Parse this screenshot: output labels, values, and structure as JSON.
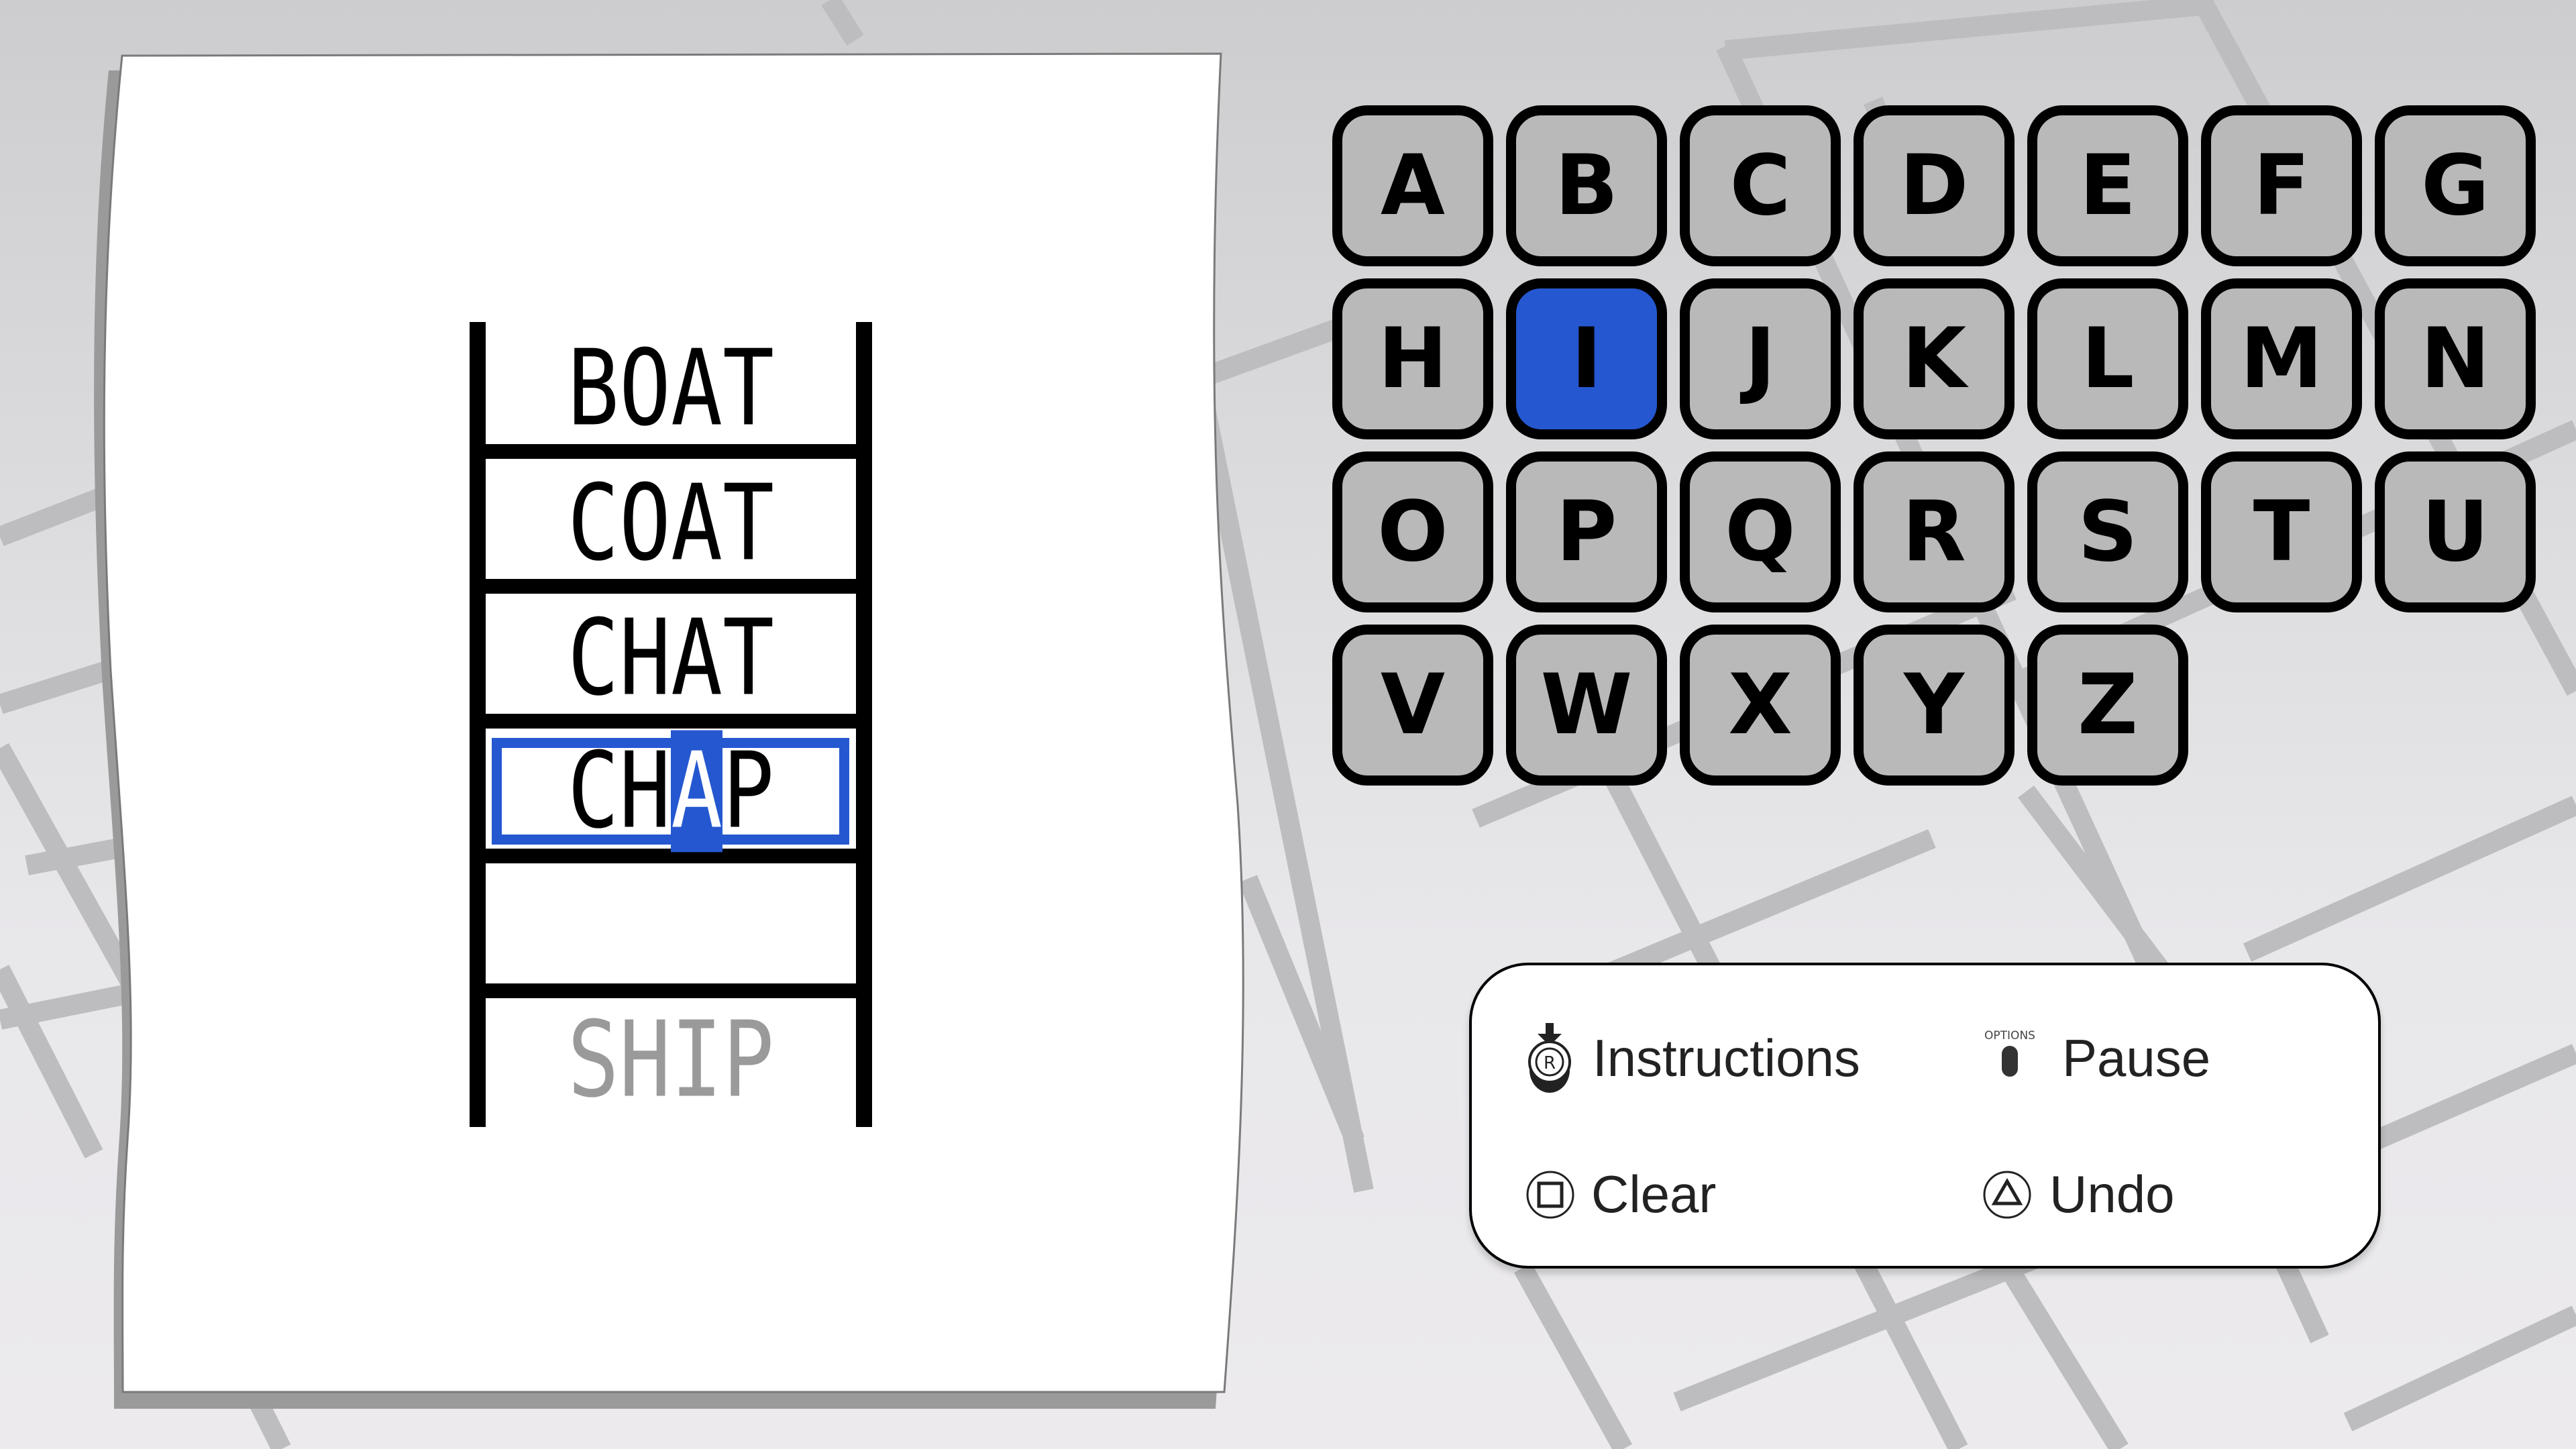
{
  "puzzle": {
    "start_word": "BOAT",
    "target_word": "SHIP",
    "steps": [
      {
        "word": "BOAT",
        "state": "done"
      },
      {
        "word": "COAT",
        "state": "done"
      },
      {
        "word": "CHAT",
        "state": "done"
      },
      {
        "word": "CHAP",
        "state": "active",
        "selected_letter_index": 2
      },
      {
        "word": "",
        "state": "empty"
      },
      {
        "word": "SHIP",
        "state": "target"
      }
    ],
    "active": {
      "before": "CH",
      "selected": "A",
      "after": "P"
    }
  },
  "keyboard": {
    "rows": [
      [
        "A",
        "B",
        "C",
        "D",
        "E",
        "F",
        "G"
      ],
      [
        "H",
        "I",
        "J",
        "K",
        "L",
        "M",
        "N"
      ],
      [
        "O",
        "P",
        "Q",
        "R",
        "S",
        "T",
        "U"
      ],
      [
        "V",
        "W",
        "X",
        "Y",
        "Z"
      ]
    ],
    "selected_key": "I"
  },
  "controls": {
    "instructions": {
      "label": "Instructions",
      "icon": "r3-stick-press-icon"
    },
    "pause": {
      "label": "Pause",
      "icon": "options-button-icon",
      "icon_caption": "OPTIONS"
    },
    "clear": {
      "label": "Clear",
      "icon": "square-button-icon"
    },
    "undo": {
      "label": "Undo",
      "icon": "triangle-button-icon"
    }
  },
  "colors": {
    "accent_blue": "#2558d0",
    "key_gray": "#b9b9b9",
    "target_gray": "#9a9a9a"
  }
}
